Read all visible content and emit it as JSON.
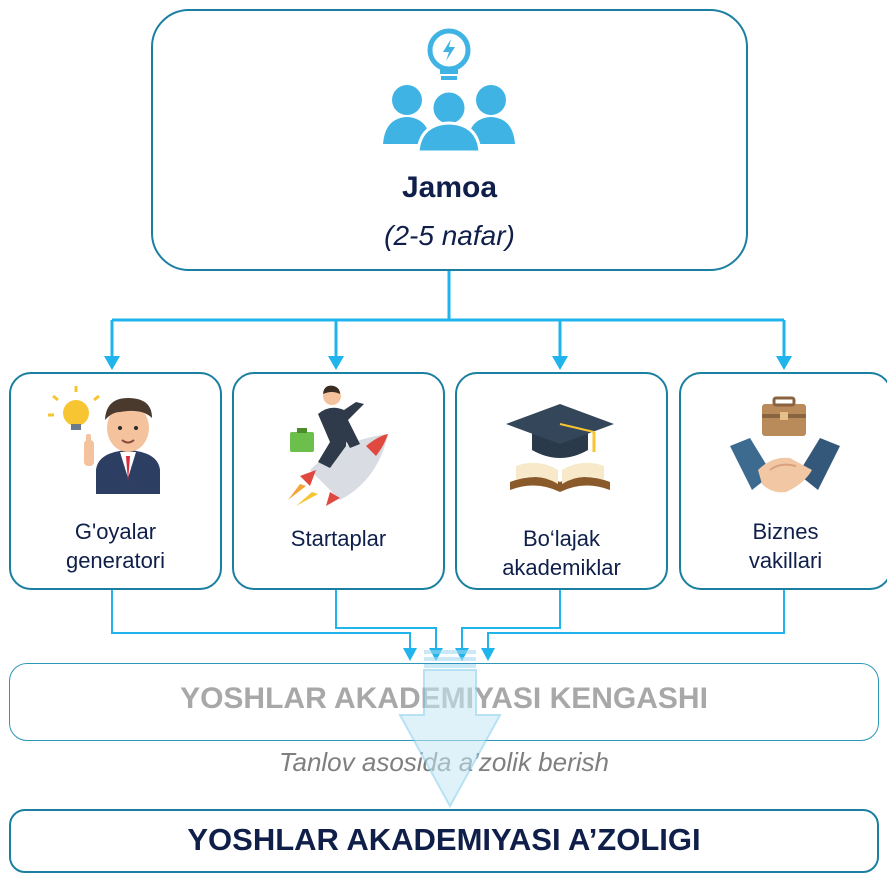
{
  "top": {
    "title": "Jamoa",
    "subtitle": "(2-5 nafar)",
    "icon": "team-idea-icon"
  },
  "cards": [
    {
      "label_line1": "G'oyalar",
      "label_line2": "generatori",
      "icon": "idea-generator-person-icon"
    },
    {
      "label_line1": "Startaplar",
      "label_line2": "",
      "icon": "startup-rocket-icon"
    },
    {
      "label_line1": "Bo‘lajak",
      "label_line2": "akademiklar",
      "icon": "graduation-cap-book-icon"
    },
    {
      "label_line1": "Biznes",
      "label_line2": "vakillari",
      "icon": "handshake-briefcase-icon"
    }
  ],
  "council": {
    "title": "YOSHLAR AKADEMIYASI KENGASHI",
    "note": "Tanlov asosida a’zolik berish"
  },
  "membership": {
    "title": "YOSHLAR AKADEMIYASI A’ZOLIGI"
  },
  "colors": {
    "connector": "#1fb5ec",
    "border": "#1a7fa0",
    "text": "#0f1f4a",
    "big_arrow": "#b9e4f4"
  }
}
